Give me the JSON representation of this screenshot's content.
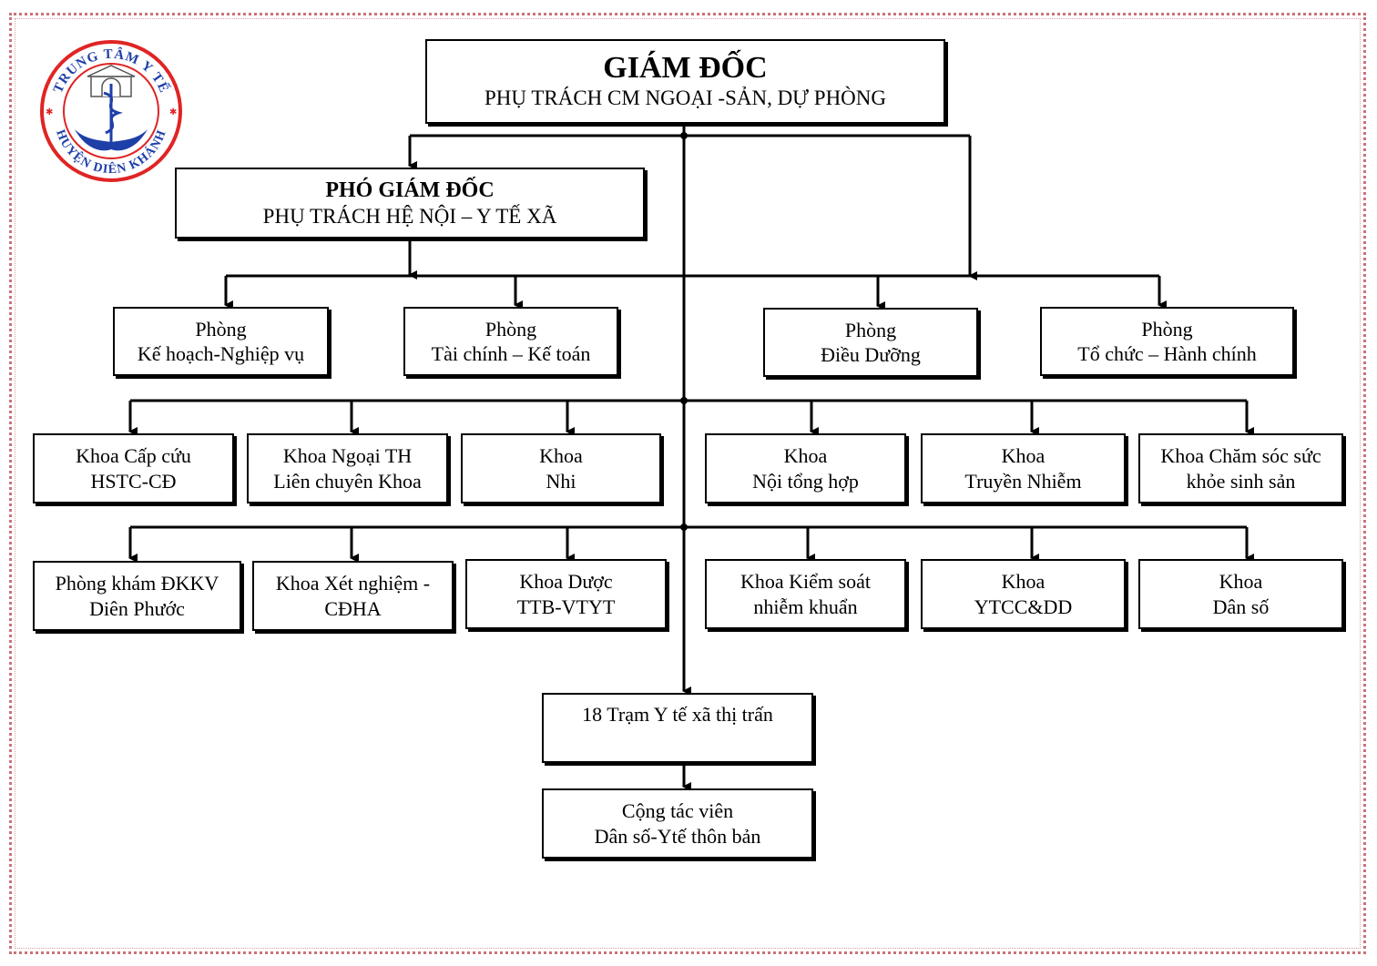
{
  "logo": {
    "ring_top": "TRUNG TÂM Y TẾ",
    "ring_bottom": "HUYỆN DIÊN KHÁNH",
    "ring_color": "#e02424",
    "text_color": "#1f3fa8"
  },
  "director": {
    "title": "GIÁM ĐỐC",
    "subtitle": "PHỤ TRÁCH CM NGOẠI -SẢN, DỰ PHÒNG"
  },
  "deputy": {
    "title": "PHÓ GIÁM ĐỐC",
    "subtitle": "PHỤ TRÁCH HỆ NỘI – Y TẾ XÃ"
  },
  "departments": [
    {
      "line1": "Phòng",
      "line2": "Kế hoạch-Nghiệp vụ"
    },
    {
      "line1": "Phòng",
      "line2": "Tài chính – Kế toán"
    },
    {
      "line1": "Phòng",
      "line2": "Điều Dưỡng"
    },
    {
      "line1": "Phòng",
      "line2": "Tổ chức – Hành chính"
    }
  ],
  "faculties_row1": [
    {
      "line1": "Khoa Cấp cứu",
      "line2": "HSTC-CĐ"
    },
    {
      "line1": "Khoa Ngoại TH",
      "line2": "Liên chuyên Khoa"
    },
    {
      "line1": "Khoa",
      "line2": "Nhi"
    },
    {
      "line1": "Khoa",
      "line2": "Nội tổng hợp"
    },
    {
      "line1": "Khoa",
      "line2": "Truyền Nhiễm"
    },
    {
      "line1": "Khoa Chăm sóc sức",
      "line2": "khỏe sinh sản"
    }
  ],
  "faculties_row2": [
    {
      "line1": "Phòng khám ĐKKV",
      "line2": "Diên Phước"
    },
    {
      "line1": "Khoa Xét nghiệm -",
      "line2": "CĐHA"
    },
    {
      "line1": "Khoa Dược",
      "line2": "TTB-VTYT"
    },
    {
      "line1": "Khoa Kiểm soát",
      "line2": "nhiễm khuẩn"
    },
    {
      "line1": "Khoa",
      "line2": "YTCC&DD"
    },
    {
      "line1": "Khoa",
      "line2": "Dân số"
    }
  ],
  "stations": {
    "label": "18 Trạm Y tế xã thị trấn"
  },
  "collaborators": {
    "line1": "Cộng tác viên",
    "line2": "Dân số-Ytế thôn bản"
  }
}
